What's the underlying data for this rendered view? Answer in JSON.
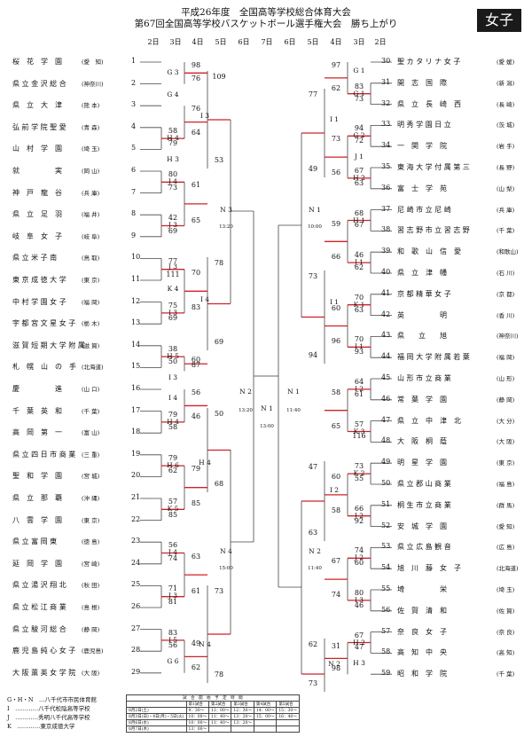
{
  "header": {
    "line1": "平成26年度　全国高等学校総合体育大会",
    "line2": "第67回全国高等学校バスケットボール選手権大会　勝ち上がり",
    "badge": "女子"
  },
  "rounds_left": [
    "2日",
    "3日",
    "4日",
    "5日",
    "6日"
  ],
  "rounds_center": "7日",
  "rounds_right": [
    "6日",
    "5日",
    "4日",
    "3日",
    "2日"
  ],
  "left_teams": [
    {
      "name": "桜　花　学　園",
      "pref": "(愛　知)"
    },
    {
      "name": "県 立 金 沢 総 合",
      "pref": "(神奈川)"
    },
    {
      "name": "県　立　大　津",
      "pref": "(熊 本)"
    },
    {
      "name": "弘 前 学 院 聖 愛",
      "pref": "(青 森)"
    },
    {
      "name": "山　村　学　園",
      "pref": "(埼 玉)"
    },
    {
      "name": "就　　　　　実",
      "pref": "(岡 山)"
    },
    {
      "name": "神　戸　龍　谷",
      "pref": "(兵 庫)"
    },
    {
      "name": "県　立　足　羽",
      "pref": "(福 井)"
    },
    {
      "name": "岐　阜　女　子",
      "pref": "(岐 阜)"
    },
    {
      "name": "県 立 米 子 南",
      "pref": "(鳥 取)"
    },
    {
      "name": "東 京 成 徳 大 学",
      "pref": "(東 京)"
    },
    {
      "name": "中 村 学 園 女 子",
      "pref": "(福 岡)"
    },
    {
      "name": "宇 都 宮 文 星 女 子",
      "pref": "(栃 木)"
    },
    {
      "name": "滋 賀 短 期 大 学 附 属",
      "pref": "(滋 賀)"
    },
    {
      "name": "札　幌　山　の　手",
      "pref": "(北海道)"
    },
    {
      "name": "慶　　　　　進",
      "pref": "(山 口)"
    },
    {
      "name": "千　葉　英　和",
      "pref": "(千 葉)"
    },
    {
      "name": "高　岡　第　一",
      "pref": "(富 山)"
    },
    {
      "name": "県 立 四 日 市 商 業",
      "pref": "(三 重)"
    },
    {
      "name": "聖　和　学　園",
      "pref": "(宮 城)"
    },
    {
      "name": "県　立　那　覇",
      "pref": "(沖 縄)"
    },
    {
      "name": "八　雲　学　園",
      "pref": "(東 京)"
    },
    {
      "name": "県 立 富 岡 東",
      "pref": "(徳 島)"
    },
    {
      "name": "延　岡　学　園",
      "pref": "(宮 崎)"
    },
    {
      "name": "県 立 湯 沢 翔 北",
      "pref": "(秋 田)"
    },
    {
      "name": "県 立 松 江 商 業",
      "pref": "(島 根)"
    },
    {
      "name": "県 立 駿 河 総 合",
      "pref": "(静 岡)"
    },
    {
      "name": "鹿 児 島 純 心 女 子",
      "pref": "(鹿児島)"
    },
    {
      "name": "大 阪 薫 英 女 学 院",
      "pref": "(大 阪)"
    }
  ],
  "right_teams": [
    {
      "name": "聖 カ タ リ ナ 女 子",
      "pref": "(愛 媛)"
    },
    {
      "name": "開　志　国　際",
      "pref": "(新 潟)"
    },
    {
      "name": "県　立　長　崎　西",
      "pref": "(長 崎)"
    },
    {
      "name": "明 秀 学 園 日 立",
      "pref": "(茨 城)"
    },
    {
      "name": "一　関　学　院",
      "pref": "(岩 手)"
    },
    {
      "name": "東 海 大 学 付 属 第 三",
      "pref": "(長 野)"
    },
    {
      "name": "富　士　学　苑",
      "pref": "(山 梨)"
    },
    {
      "name": "尼 崎 市 立 尼 崎",
      "pref": "(兵 庫)"
    },
    {
      "name": "習 志 野 市 立 習 志 野",
      "pref": "(千 葉)"
    },
    {
      "name": "和　歌　山　信　愛",
      "pref": "(和歌山)"
    },
    {
      "name": "県　立　津　幡",
      "pref": "(石 川)"
    },
    {
      "name": "京 都 精 華 女 子",
      "pref": "(京 都)"
    },
    {
      "name": "英　　　　　明",
      "pref": "(香 川)"
    },
    {
      "name": "県　　立　　旭",
      "pref": "(神奈川)"
    },
    {
      "name": "福 岡 大 学 附 属 若 葉",
      "pref": "(福 岡)"
    },
    {
      "name": "山 形 市 立 商 業",
      "pref": "(山 形)"
    },
    {
      "name": "常　葉　学　園",
      "pref": "(静 岡)"
    },
    {
      "name": "県　立　中　津　北",
      "pref": "(大 分)"
    },
    {
      "name": "大　阪　桐　蔭",
      "pref": "(大 阪)"
    },
    {
      "name": "明　星　学　園",
      "pref": "(東 京)"
    },
    {
      "name": "県 立 郡 山 商 業",
      "pref": "(福 島)"
    },
    {
      "name": "桐 生 市 立 商 業",
      "pref": "(群 馬)"
    },
    {
      "name": "安　城　学　園",
      "pref": "(愛 知)"
    },
    {
      "name": "県 立 広 島 観 音",
      "pref": "(広 島)"
    },
    {
      "name": "旭　川　藤　女　子",
      "pref": "(北海道)"
    },
    {
      "name": "埼　　　　　栄",
      "pref": "(埼 玉)"
    },
    {
      "name": "佐　賀　清　和",
      "pref": "(佐 賀)"
    },
    {
      "name": "奈　良　女　子",
      "pref": "(奈 良)"
    },
    {
      "name": "高　知　中　央",
      "pref": "(高 知)"
    },
    {
      "name": "昭　和　学　院",
      "pref": "(千 葉)"
    }
  ],
  "left_scores": {
    "r2": [
      [
        "58",
        "79"
      ],
      [
        "80",
        "73"
      ],
      [
        "42",
        "69"
      ],
      [
        "77",
        "111"
      ],
      [
        "75",
        "69"
      ],
      [
        "38",
        "50"
      ],
      [
        "79",
        "58"
      ],
      [
        "79",
        "62"
      ],
      [
        "57",
        "85"
      ],
      [
        "56",
        "74"
      ],
      [
        "71",
        "81"
      ],
      [
        "83",
        "56"
      ]
    ],
    "r3": [
      [
        "98",
        "76"
      ],
      [
        "76",
        "64"
      ],
      [
        "61",
        "65"
      ],
      [
        "70",
        "83"
      ],
      [
        "60",
        "87"
      ],
      [
        "56",
        "46"
      ],
      [
        "79",
        "85"
      ],
      [
        "63",
        "61"
      ],
      [
        "49",
        "62"
      ]
    ],
    "r4": [
      [
        "109",
        "53"
      ],
      [
        "78",
        "69"
      ],
      [
        "50",
        "68"
      ],
      [
        "73",
        "78"
      ]
    ]
  },
  "right_scores": {
    "r2": [
      [
        "83",
        "73"
      ],
      [
        "94",
        "72"
      ],
      [
        "67",
        "63"
      ],
      [
        "68",
        "67"
      ],
      [
        "46",
        "62"
      ],
      [
        "70",
        "63"
      ],
      [
        "70",
        "93"
      ],
      [
        "64",
        "61"
      ],
      [
        "57",
        "116"
      ],
      [
        "73",
        "55"
      ],
      [
        "66",
        "92"
      ],
      [
        "74",
        "60"
      ],
      [
        "80",
        "46"
      ],
      [
        "67",
        "47"
      ]
    ],
    "r3": [
      [
        "97",
        "62"
      ],
      [
        "73",
        "56"
      ],
      [
        "59",
        "66"
      ],
      [
        "60",
        "96"
      ],
      [
        "58",
        "65"
      ],
      [
        "60",
        "58"
      ],
      [
        "67",
        "74"
      ],
      [
        "31",
        "98"
      ]
    ],
    "r4": [
      [
        "77",
        "49"
      ],
      [
        "73",
        "94"
      ],
      [
        "47",
        "63"
      ],
      [
        "62",
        "73"
      ]
    ]
  },
  "venue_labels": {
    "left": [
      "G 3",
      "G 4",
      "H 4",
      "H 3",
      "J 4",
      "J 3",
      "J 3",
      "K 4",
      "I 3",
      "H 5",
      "I 3",
      "I 4",
      "H 4",
      "H 6",
      "K 5",
      "J 4",
      "J 3",
      "I 5",
      "G 6",
      "G 5",
      "G4",
      "N 3",
      "I 3",
      "I 4",
      "N 4",
      "N 3",
      "N 4",
      "N 2"
    ],
    "right": [
      "G 1",
      "G 1",
      "G 2",
      "J 1",
      "H 2",
      "H 1",
      "J 1",
      "K 1",
      "I 1",
      "I 2",
      "K 3",
      "K 2",
      "J 2",
      "J 2",
      "I 3",
      "H 2",
      "H 3",
      "G 3",
      "G2",
      "N 1",
      "I 1",
      "I 2",
      "N 2",
      "N 1",
      "N 2",
      "N 1"
    ]
  },
  "times": {
    "sf_left": "13:20",
    "sf_right": "10:00",
    "qf_left": "13:20",
    "qf_right": "11:40",
    "final": "13:00",
    "n1": "11:40",
    "ql": "15:00",
    "qr": "11:40"
  },
  "legend": [
    "G・H・N　…八千代市市民体育館",
    "I　…………八千代松陰高等学校",
    "J　…………秀明八千代高等学校",
    "K　…………東京成徳大学"
  ],
  "schedule": {
    "header": [
      "第1試合",
      "第2試合",
      "第3試合",
      "第4試合",
      "第5試合"
    ],
    "title": "試　合　開　始　予　定　時　間",
    "rows": [
      [
        "8月2日(土)",
        "9：30〜",
        "11：00〜",
        "12：30〜",
        "14：00〜",
        "15：30〜"
      ],
      [
        "8月3日(日)・4日(月)・5日(火)",
        "10：00〜",
        "11：40〜",
        "13：20〜",
        "15：00〜",
        "16：40〜"
      ],
      [
        "8月6日(水)",
        "10：00〜",
        "11：40〜",
        "13：20〜",
        "",
        " "
      ],
      [
        "8月7日(木)",
        "13：00〜",
        "",
        "",
        "",
        ""
      ]
    ]
  }
}
